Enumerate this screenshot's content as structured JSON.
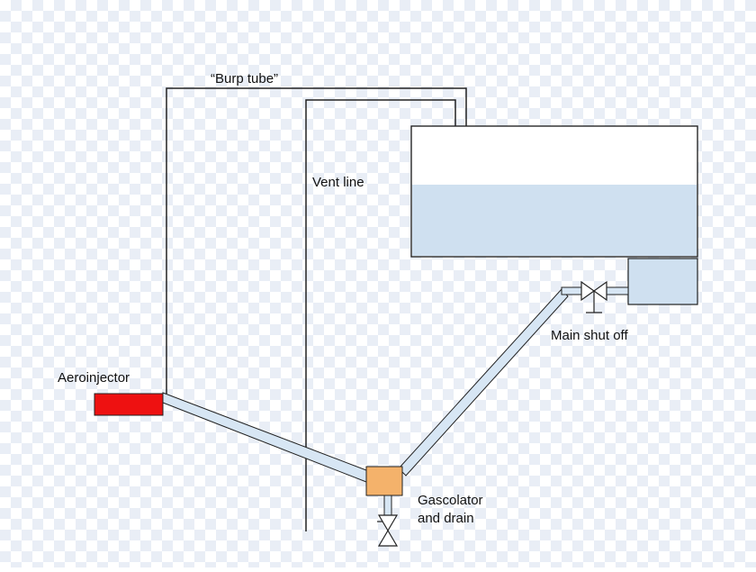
{
  "labels": {
    "burp_tube": "“Burp tube”",
    "vent_line": "Vent line",
    "aeroinjector": "Aeroinjector",
    "main_shut_off": "Main shut off",
    "gascolator_line1": "Gascolator",
    "gascolator_line2": "and drain"
  },
  "colors": {
    "fuel": "#cfe0f0",
    "pipe_fill": "#d7e6f4",
    "line": "#222222",
    "aeroinjector": "#ee1111",
    "gascolator": "#f4b26b",
    "tank_fill": "#ffffff"
  }
}
